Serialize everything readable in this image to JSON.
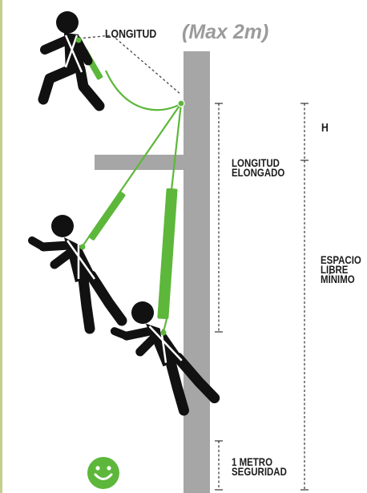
{
  "colors": {
    "lanyard_green": "#5db73b",
    "pole_gray": "#a6a6a6",
    "figure_black": "#111111",
    "frame_olive": "#c3cf8b",
    "label_gray": "#9b9b9b",
    "smiley_green": "#5db73b"
  },
  "labels": {
    "longitud": "LONGITUD",
    "max_length": "(Max 2m)",
    "h": "H",
    "longitud_elongado": [
      "LONGITUD",
      "ELONGADO"
    ],
    "espacio_libre_minimo": [
      "ESPACIO",
      "LIBRE",
      "MÍNIMO"
    ],
    "un_metro_seguridad": [
      "1 METRO",
      "SEGURIDAD"
    ]
  },
  "icons": {
    "smiley": "smiley-face-icon"
  }
}
